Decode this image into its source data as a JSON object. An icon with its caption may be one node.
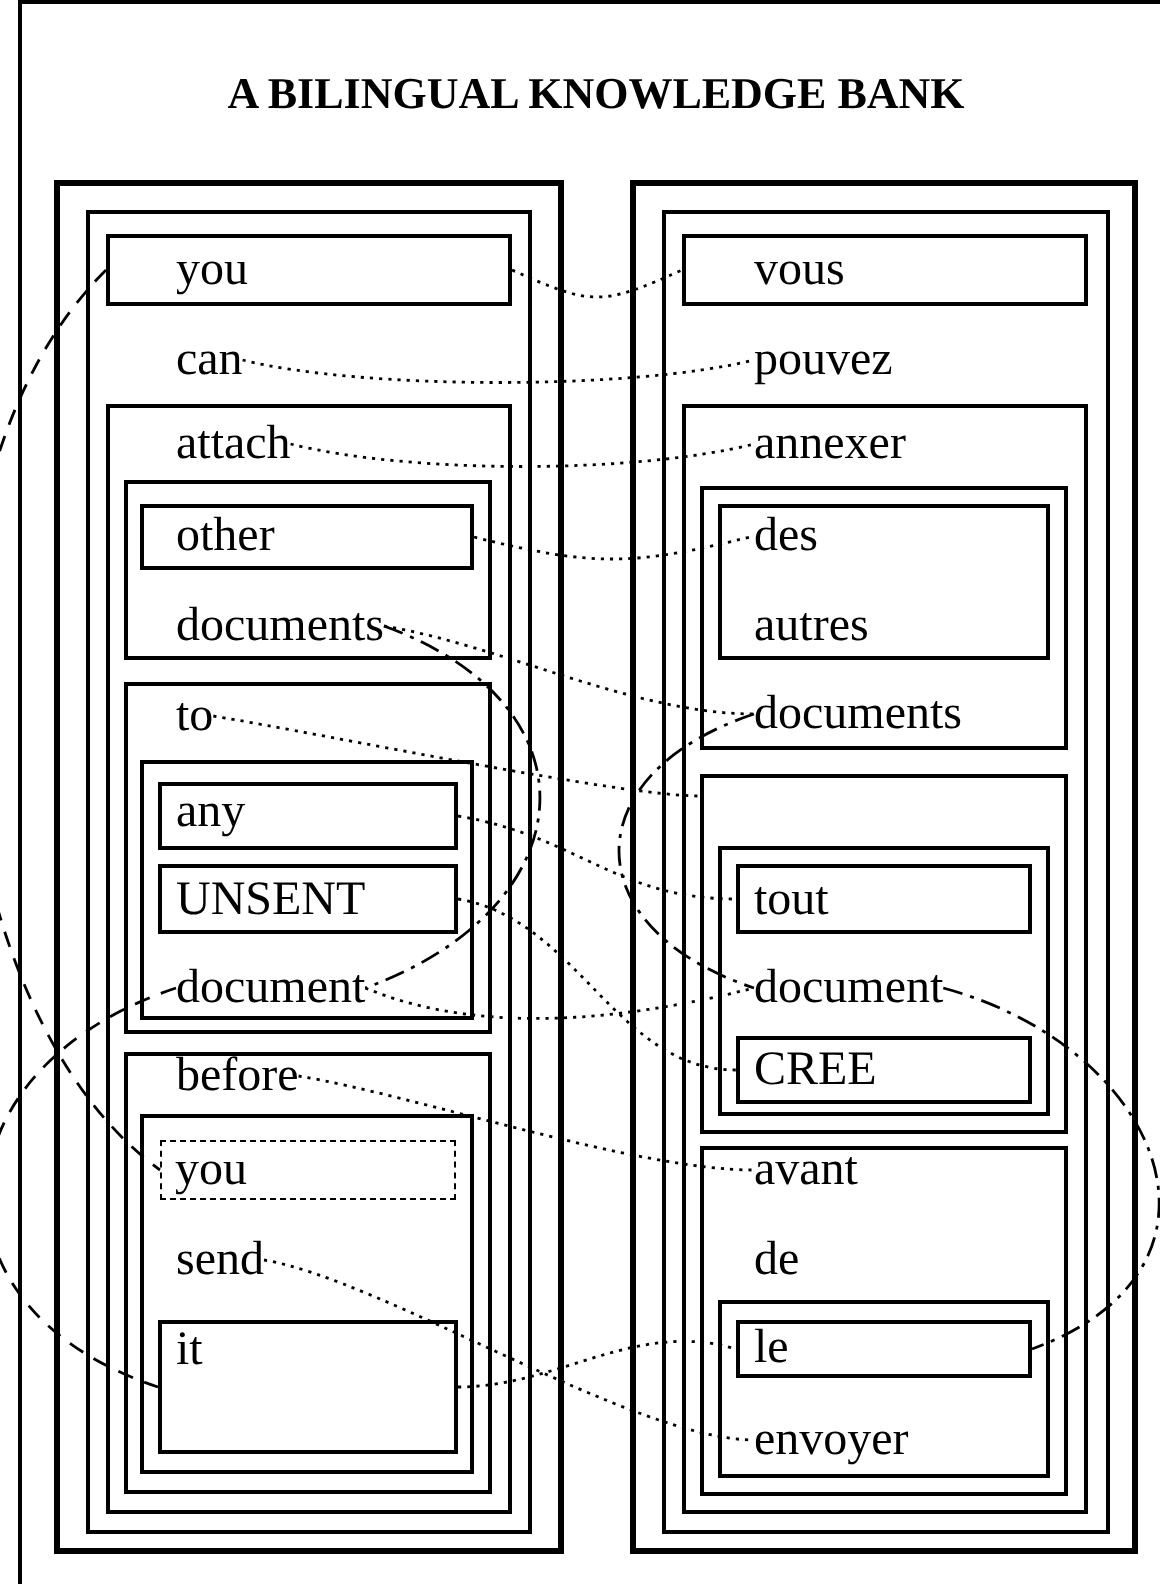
{
  "diagram": {
    "title": "A BILINGUAL KNOWLEDGE BANK",
    "nodes": [
      {
        "text": [],
        "shape": "box"
      },
      {
        "text": [],
        "shape": "box",
        "in": 0
      },
      {
        "text": [
          "you"
        ],
        "in": 1
      },
      {
        "text": [
          "can"
        ],
        "in": 1
      },
      {
        "text": [],
        "shape": "box",
        "in": 1
      },
      {
        "text": [
          "attach"
        ],
        "in": 4
      },
      {
        "text": [],
        "shape": "box",
        "in": 4
      },
      {
        "text": [
          "other"
        ],
        "in": 6
      },
      {
        "text": [
          "documents"
        ],
        "in": 6
      },
      {
        "text": [],
        "shape": "box",
        "in": 4
      },
      {
        "text": [
          "to"
        ],
        "in": 9
      },
      {
        "text": [],
        "shape": "box",
        "in": 9
      },
      {
        "text": [
          "any"
        ],
        "in": 11
      },
      {
        "text": [
          "UNSENT"
        ],
        "in": 11
      },
      {
        "text": [
          "document"
        ],
        "in": 11
      },
      {
        "text": [],
        "shape": "box",
        "in": 4
      },
      {
        "text": [
          "before"
        ],
        "in": 15
      },
      {
        "text": [],
        "shape": "box",
        "in": 15
      },
      {
        "text": [
          "you"
        ],
        "in": 17
      },
      {
        "text": [
          "send"
        ],
        "in": 17
      },
      {
        "text": [
          "it"
        ],
        "in": 17
      },
      {
        "text": [],
        "shape": "box"
      },
      {
        "text": [],
        "shape": "box",
        "in": 21
      },
      {
        "text": [
          "vous"
        ],
        "in": 22
      },
      {
        "text": [
          "pouvez"
        ],
        "in": 22
      },
      {
        "text": [],
        "shape": "box",
        "in": 22
      },
      {
        "text": [
          "annexer"
        ],
        "in": 25
      },
      {
        "text": [],
        "shape": "box",
        "in": 25
      },
      {
        "text": [],
        "shape": "box",
        "in": 27
      },
      {
        "text": [
          "des"
        ],
        "in": 28
      },
      {
        "text": [
          "autres"
        ],
        "in": 28
      },
      {
        "text": [
          "documents"
        ],
        "in": 27
      },
      {
        "text": [],
        "shape": "box",
        "in": 25
      },
      {
        "text": [],
        "shape": "box",
        "in": 32
      },
      {
        "text": [
          "tout"
        ],
        "in": 33
      },
      {
        "text": [
          "document"
        ],
        "in": 33
      },
      {
        "text": [
          "CREE"
        ],
        "in": 33
      },
      {
        "text": [],
        "shape": "box",
        "in": 25
      },
      {
        "text": [
          "avant"
        ],
        "in": 37
      },
      {
        "text": [
          "de"
        ],
        "in": 37
      },
      {
        "text": [],
        "shape": "box",
        "in": 37
      },
      {
        "text": [
          "le"
        ],
        "in": 40
      },
      {
        "text": [
          "envoyer"
        ],
        "in": 40
      }
    ],
    "edges": [
      {
        "from": 2,
        "to": 23,
        "arrow": "none"
      },
      {
        "from": 3,
        "to": 24,
        "arrow": "none"
      },
      {
        "from": 5,
        "to": 26,
        "arrow": "none"
      },
      {
        "from": 7,
        "to": 29,
        "arrow": "none"
      },
      {
        "from": 8,
        "to": 31,
        "arrow": "none"
      },
      {
        "from": 10,
        "to": 32,
        "arrow": "none"
      },
      {
        "from": 12,
        "to": 34,
        "arrow": "none"
      },
      {
        "from": 13,
        "to": 36,
        "arrow": "none"
      },
      {
        "from": 14,
        "to": 35,
        "arrow": "none"
      },
      {
        "from": 16,
        "to": 38,
        "arrow": "none"
      },
      {
        "from": 19,
        "to": 42,
        "arrow": "none"
      },
      {
        "from": 20,
        "to": 41,
        "arrow": "none"
      },
      {
        "from": 2,
        "to": 18,
        "arrow": "none",
        "style": "dashed"
      },
      {
        "from": 14,
        "to": 20,
        "arrow": "none",
        "style": "dashed"
      },
      {
        "from": 8,
        "to": 14,
        "arrow": "none",
        "style": "dashed"
      },
      {
        "from": 31,
        "to": 35,
        "arrow": "none",
        "style": "dashed"
      },
      {
        "from": 35,
        "to": 41,
        "arrow": "none",
        "style": "dashed"
      }
    ]
  }
}
